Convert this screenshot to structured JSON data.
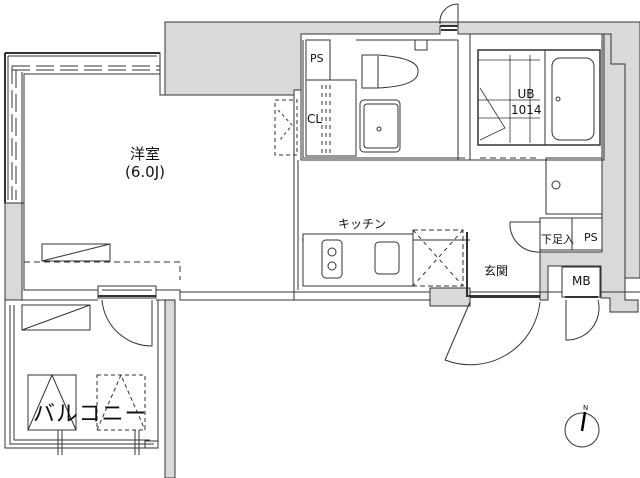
{
  "floor_plan": {
    "rooms": [
      {
        "id": "western-room",
        "label": "洋室",
        "sub": "(6.0J)"
      },
      {
        "id": "closet",
        "label": "CL"
      },
      {
        "id": "pipe-space-1",
        "label": "PS"
      },
      {
        "id": "unit-bath",
        "label": "UB",
        "sub": "1014"
      },
      {
        "id": "kitchen",
        "label": "キッチン"
      },
      {
        "id": "shoe-box",
        "label": "下足入"
      },
      {
        "id": "pipe-space-2",
        "label": "PS"
      },
      {
        "id": "entrance",
        "label": "玄関"
      },
      {
        "id": "meter-box",
        "label": "MB"
      },
      {
        "id": "balcony",
        "label": "バルコニー"
      }
    ],
    "compass": {
      "label": "N"
    },
    "colors": {
      "wall_fill": "#d9d9d9",
      "line": "#333333",
      "background": "#ffffff"
    }
  }
}
